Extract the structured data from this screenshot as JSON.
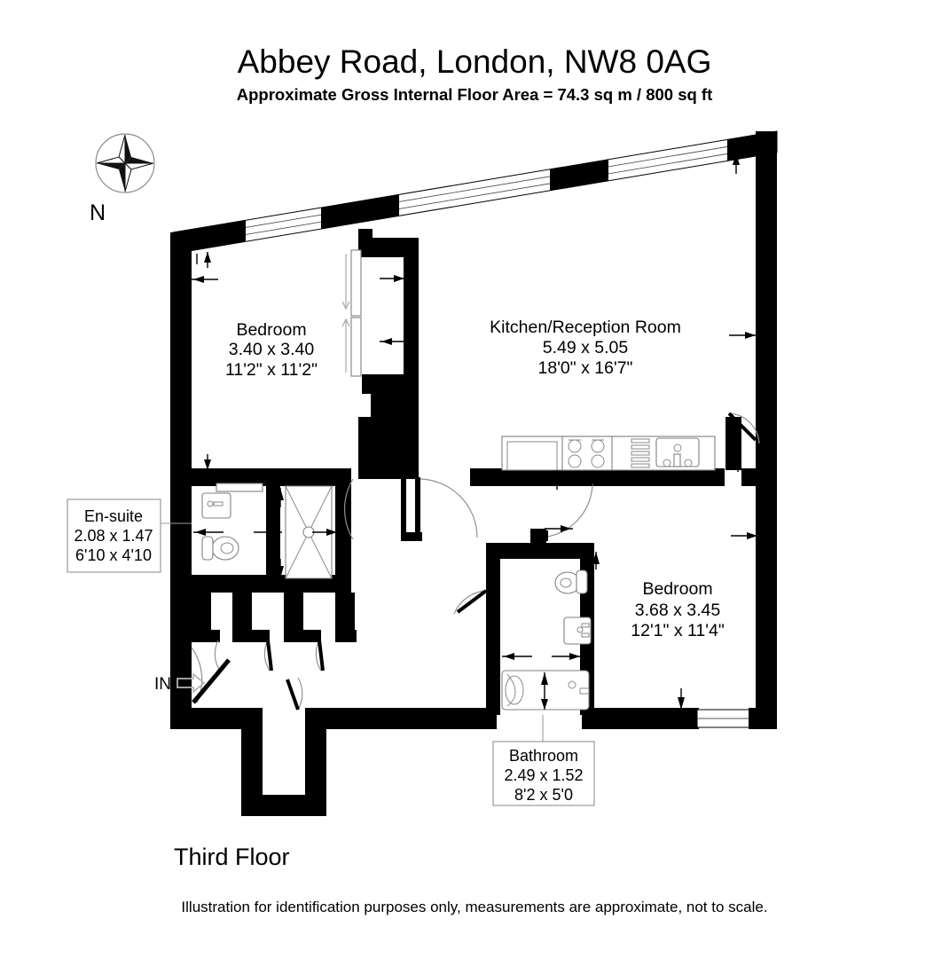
{
  "header": {
    "title": "Abbey Road, London, NW8 0AG",
    "subtitle": "Approximate Gross Internal Floor Area = 74.3 sq m / 800 sq ft"
  },
  "compass": {
    "label": "N",
    "icon": "compass-star-icon"
  },
  "entrance": {
    "label": "IN",
    "icon": "in-arrow-icon"
  },
  "rooms": [
    {
      "id": "bedroom-1",
      "name": "Bedroom",
      "metric": "3.40 x 3.40",
      "imperial": "11'2\" x 11'2\""
    },
    {
      "id": "kitchen-reception",
      "name": "Kitchen/Reception Room",
      "metric": "5.49 x 5.05",
      "imperial": "18'0\" x 16'7\""
    },
    {
      "id": "bedroom-2",
      "name": "Bedroom",
      "metric": "3.68 x 3.45",
      "imperial": "12'1\" x 11'4\""
    },
    {
      "id": "en-suite",
      "name": "En-suite",
      "metric": "2.08 x 1.47",
      "imperial": "6'10 x 4'10"
    },
    {
      "id": "bathroom",
      "name": "Bathroom",
      "metric": "2.49 x 1.52",
      "imperial": "8'2 x 5'0"
    }
  ],
  "footer": {
    "floor_label": "Third Floor",
    "disclaimer": "Illustration for identification purposes only, measurements are approximate, not to scale."
  },
  "colors": {
    "wall": "#000000",
    "background": "#ffffff",
    "fixture_stroke": "#808080",
    "label_box_border": "#9a9a9a"
  }
}
